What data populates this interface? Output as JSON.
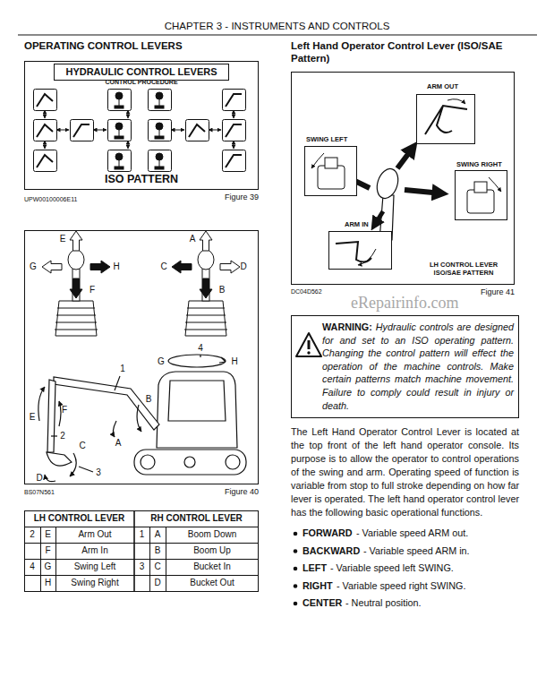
{
  "diagram": {
    "title": "CHAPTER 3 - INSTRUMENTS AND CONTROLS",
    "nodes": [
      {
        "text": [
          "CONTROL PROCEDURE",
          "ISO PATTERN"
        ]
      },
      {
        "text": [
          "HYDRAULIC CONTROL LEVERS"
        ],
        "in": 0
      },
      {
        "text": [
          "WARNING:",
          "Hydraulic controls are designed for and set to an ISO operating pattern. Changing the control pattern will effect the operation of the machine controls. Make certain patterns match machine movement. Failure to comply could result in injury or death."
        ]
      }
    ],
    "labels": [
      "OPERATING CONTROL LEVERS",
      "UPW00100006E11",
      "Figure 39",
      "E",
      "F",
      "G",
      "H",
      "A",
      "B",
      "C",
      "D",
      "4",
      "G",
      "H",
      "1",
      "B",
      "A",
      "E",
      "F",
      "2",
      "C",
      "D",
      "3",
      "BS07N561",
      "Figure 40",
      "LH CONTROL LEVER",
      "RH CONTROL LEVER",
      "2",
      "E",
      "Arm Out",
      "1",
      "A",
      "Boom Down",
      "F",
      "Arm In",
      "B",
      "Boom Up",
      "4",
      "G",
      "Swing Left",
      "3",
      "C",
      "Bucket In",
      "H",
      "Swing Right",
      "D",
      "Bucket Out",
      "Left Hand Operator Control Lever (ISO/SAE Pattern)",
      "ARM OUT",
      "SWING LEFT",
      "SWING RIGHT",
      "ARM IN",
      "LH CONTROL LEVER ISO/SAE PATTERN",
      "DC04D562",
      "Figure 41",
      "The Left Hand Operator Control Lever is located at the top front of the left hand operator console. Its purpose is to allow the operator to control operations of the swing and arm. Operating speed of function is variable from stop to full stroke depending on how far lever is operated. The left hand operator control lever has the following basic operational functions.",
      "FORWARD",
      "- Variable speed ARM out.",
      "BACKWARD",
      "- Variable speed ARM in.",
      "LEFT",
      "- Variable speed left SWING.",
      "RIGHT",
      "- Variable speed right SWING.",
      "CENTER",
      "- Neutral position.",
      "eRepairinfo.com"
    ]
  }
}
